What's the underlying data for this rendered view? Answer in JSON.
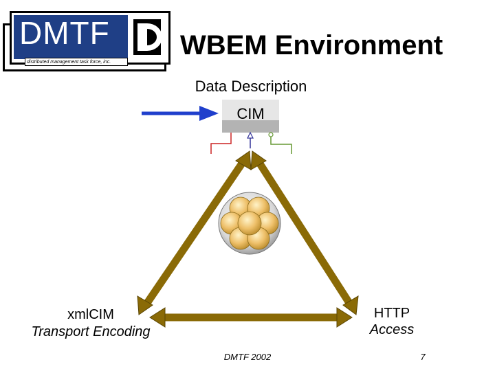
{
  "logo": {
    "text": "DMTF",
    "tagline": "distributed management task force, inc."
  },
  "title": "WBEM Environment",
  "data_description": "Data Description",
  "cim_label": "CIM",
  "bottom_left": {
    "line1": "xmlCIM",
    "line2": "Transport Encoding"
  },
  "bottom_right": {
    "line1": "HTTP",
    "line2": "Access"
  },
  "footer": {
    "org_year": "DMTF 2002",
    "page_number": "7"
  },
  "colors": {
    "logo_blue": "#1f3f86",
    "arrow_blue": "#1f3fcc",
    "triangle_brown": "#8a6a06",
    "orb_gold": "#e8b85a"
  }
}
